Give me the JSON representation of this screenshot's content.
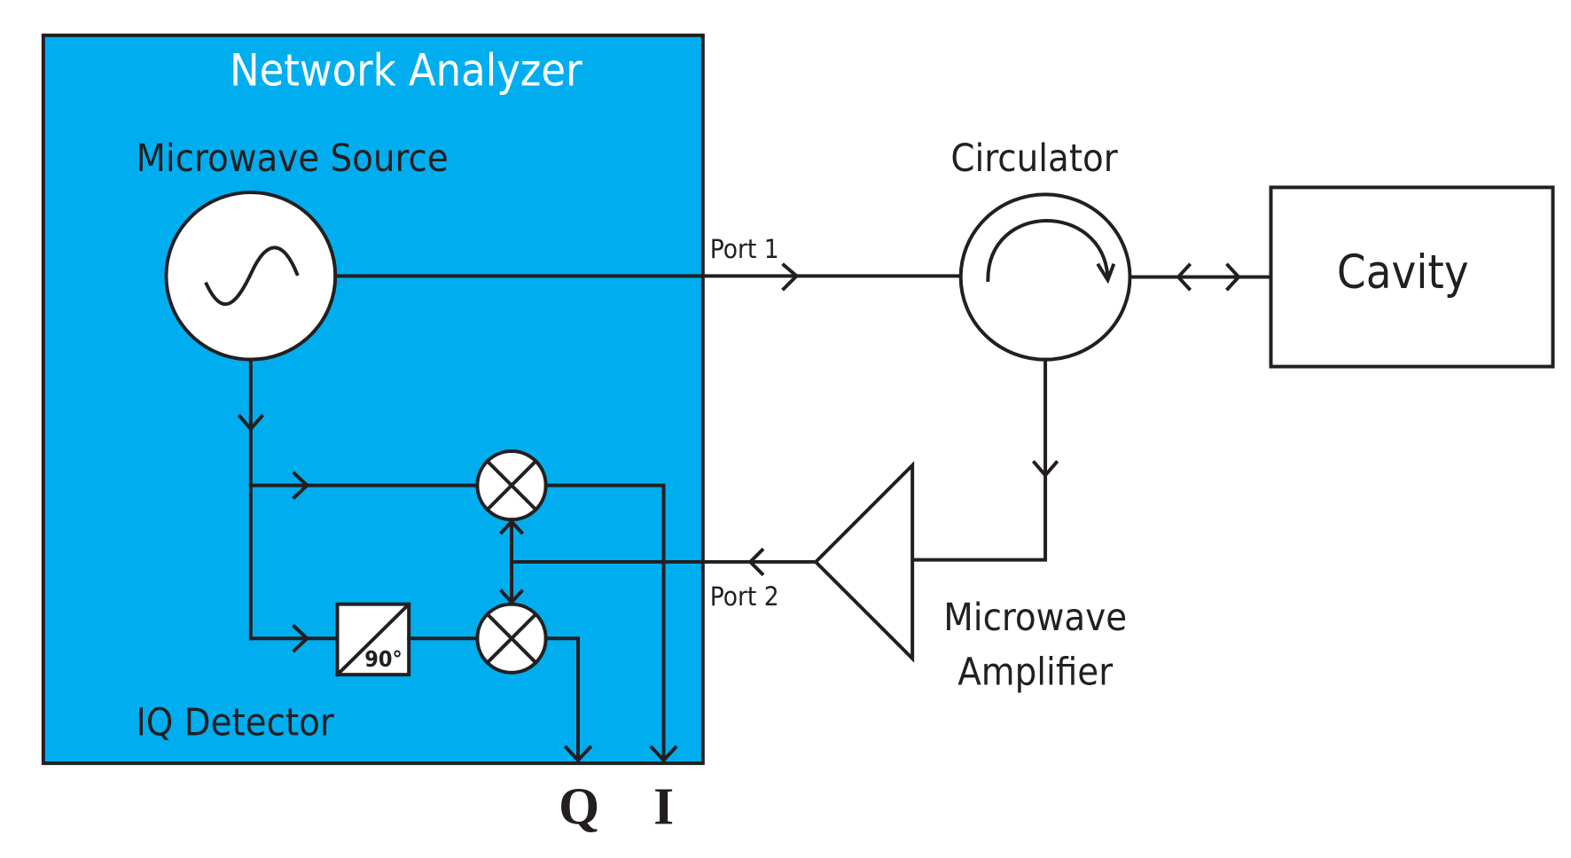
{
  "colors": {
    "analyzer_fill": "#00aeef",
    "line": "#231f20",
    "title_text": "#ffffff",
    "background": "#ffffff"
  },
  "labels": {
    "network_analyzer": "Network Analyzer",
    "microwave_source": "Microwave Source",
    "iq_detector": "IQ Detector",
    "phase_shift": "90°",
    "port1": "Port 1",
    "port2": "Port 2",
    "circulator": "Circulator",
    "cavity": "Cavity",
    "amplifier_line1": "Microwave",
    "amplifier_line2": "Amplifier",
    "q_output": "Q",
    "i_output": "I"
  },
  "icons": {
    "source": "sine-wave-oscillator-icon",
    "mixer": "mixer-x-icon",
    "circulator": "circular-arrow-icon",
    "amplifier": "triangle-amplifier-icon"
  }
}
